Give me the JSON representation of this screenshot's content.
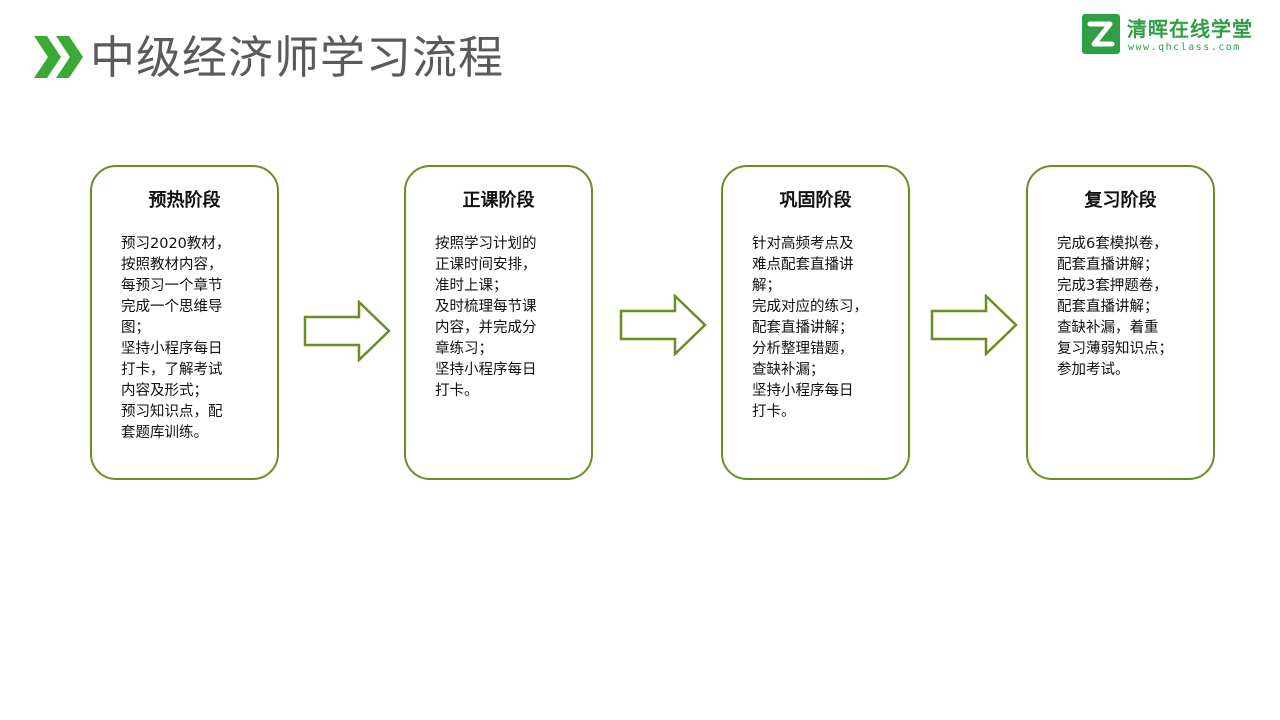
{
  "title": "中级经济师学习流程",
  "logo": {
    "name": "清晖在线学堂",
    "url": "www.qhclass.com"
  },
  "colors": {
    "accent": "#6b8e23",
    "title_chevron": "#3aaa35",
    "logo_green": "#2f9e44",
    "text": "#111111",
    "title_text": "#5a5a5a"
  },
  "stages": [
    {
      "title": "预热阶段",
      "lines": [
        "预习2020教材，",
        "按照教材内容，",
        "每预习一个章节",
        "完成一个思维导",
        "图；",
        "坚持小程序每日",
        "打卡，了解考试",
        "内容及形式；",
        "预习知识点，配",
        "套题库训练。"
      ]
    },
    {
      "title": "正课阶段",
      "lines": [
        "按照学习计划的",
        "正课时间安排，",
        "准时上课；",
        "及时梳理每节课",
        "内容，并完成分",
        "章练习；",
        "坚持小程序每日",
        "打卡。"
      ]
    },
    {
      "title": "巩固阶段",
      "lines": [
        "针对高频考点及",
        "难点配套直播讲",
        "解；",
        "完成对应的练习，",
        "配套直播讲解；",
        "分析整理错题，",
        "查缺补漏；",
        "坚持小程序每日",
        "打卡。"
      ]
    },
    {
      "title": "复习阶段",
      "lines": [
        "完成6套模拟卷，",
        "配套直播讲解；",
        "完成3套押题卷，",
        "配套直播讲解；",
        "查缺补漏，着重",
        "复习薄弱知识点；",
        "参加考试。"
      ]
    }
  ]
}
